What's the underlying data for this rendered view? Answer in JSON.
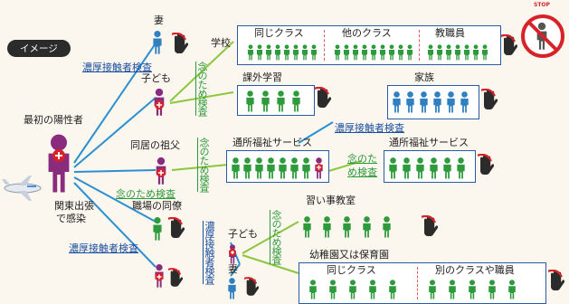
{
  "header": {
    "tag": "イメージ"
  },
  "nodes": {
    "first_case": "最初の陽性者",
    "travel": [
      "関東出張",
      "で感染"
    ],
    "wife": "妻",
    "child": "子ども",
    "grandparent": "同居の祖父",
    "coworker": "職場の同僚",
    "child2": "子ども",
    "wife2": "妻"
  },
  "links": {
    "close_contact_top": "濃厚接触者検査",
    "precaution_coworker": "念のため検査",
    "close_contact_bottom": "濃厚接触者検査",
    "close_contact_family": "濃厚接触者検査",
    "precaution_daycare_a": "念のた",
    "precaution_daycare_b": "め検査"
  },
  "vertical": {
    "precaution_child": "念のため検査",
    "precaution_grandparent": "念のため検査",
    "close_contact_child2": "濃厚接触者検査",
    "precaution_child2": "念のため検査"
  },
  "groups": {
    "school": "学校",
    "same_class": "同じクラス",
    "other_class": "他のクラス",
    "staff": "教職員",
    "extracurricular": "課外学習",
    "family": "家族",
    "day_service": "通所福祉サービス",
    "day_service2": "通所福祉サービス",
    "lessons": "習い事教室",
    "kindergarten": "幼稚園又は保育園",
    "same_class2": "同じクラス",
    "other_class_staff": "別のクラスや職員"
  },
  "stop_sign": "STOP",
  "colors": {
    "branch_line": "#2c8fd0",
    "positive": "#8a2c7d",
    "negative": "#2f7fc1",
    "crowd": "#2e9a3b",
    "box_border": "#2a5aa3",
    "hand": "#2b2b2b",
    "hand_curve": "#d8222a"
  }
}
